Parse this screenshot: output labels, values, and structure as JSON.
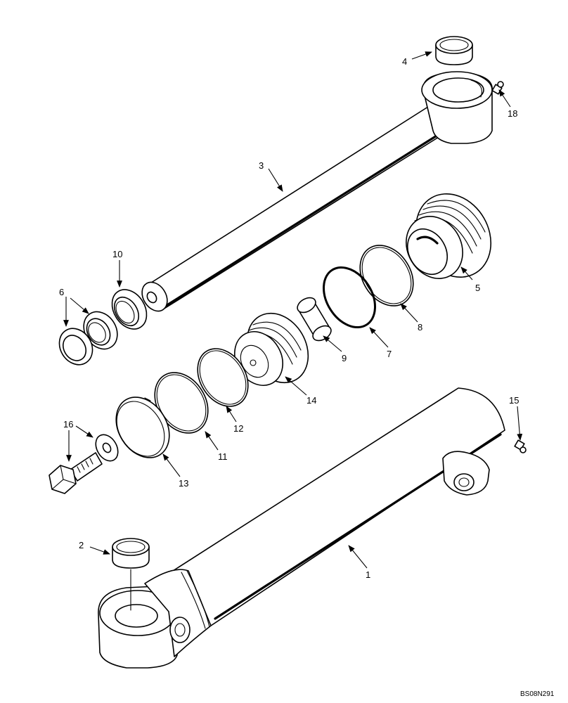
{
  "callouts": {
    "c1": "1",
    "c2": "2",
    "c3": "3",
    "c4": "4",
    "c5": "5",
    "c6": "6",
    "c7": "7",
    "c8": "8",
    "c9": "9",
    "c10": "10",
    "c11": "11",
    "c12": "12",
    "c13": "13",
    "c14": "14",
    "c15": "15",
    "c16": "16",
    "c18": "18"
  },
  "figure_code": "BS08N291"
}
